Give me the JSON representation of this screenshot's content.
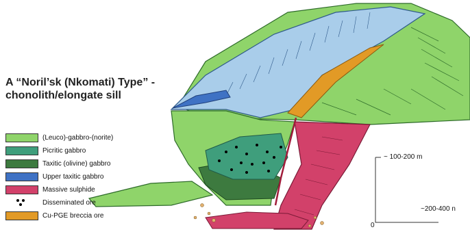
{
  "title": {
    "line1": "A “Noril’sk (Nkomati) Type” -",
    "line2": "chonolith/elongate sill"
  },
  "legend": [
    {
      "label": "(Leuco)-gabbro-(norite)",
      "color": "#8fd46a",
      "icon": "swatch"
    },
    {
      "label": "Picritic gabbro",
      "color": "#3f9e7c",
      "icon": "swatch"
    },
    {
      "label": "Taxitic (olivine) gabbro",
      "color": "#3d7a3f",
      "icon": "swatch"
    },
    {
      "label": "Upper taxitic gabbro",
      "color": "#3f72c4",
      "icon": "swatch"
    },
    {
      "label": "Massive sulphide",
      "color": "#d2416a",
      "icon": "swatch"
    },
    {
      "label": "Disseminated ore",
      "color": "#111111",
      "icon": "dots"
    },
    {
      "label": "Cu-PGE breccia ore",
      "color": "#e29a26",
      "icon": "swatch"
    }
  ],
  "scale": {
    "vertical": "~ 100-200 m",
    "horizontal": "~200-400 n",
    "origin": "0"
  },
  "colors": {
    "country_rock_green": "#8fd46a",
    "dark_green_outline": "#2e6b2a",
    "light_blue": "#a9cdea",
    "sulphide_pink": "#d2416a",
    "breccia_orange": "#e29a26"
  }
}
